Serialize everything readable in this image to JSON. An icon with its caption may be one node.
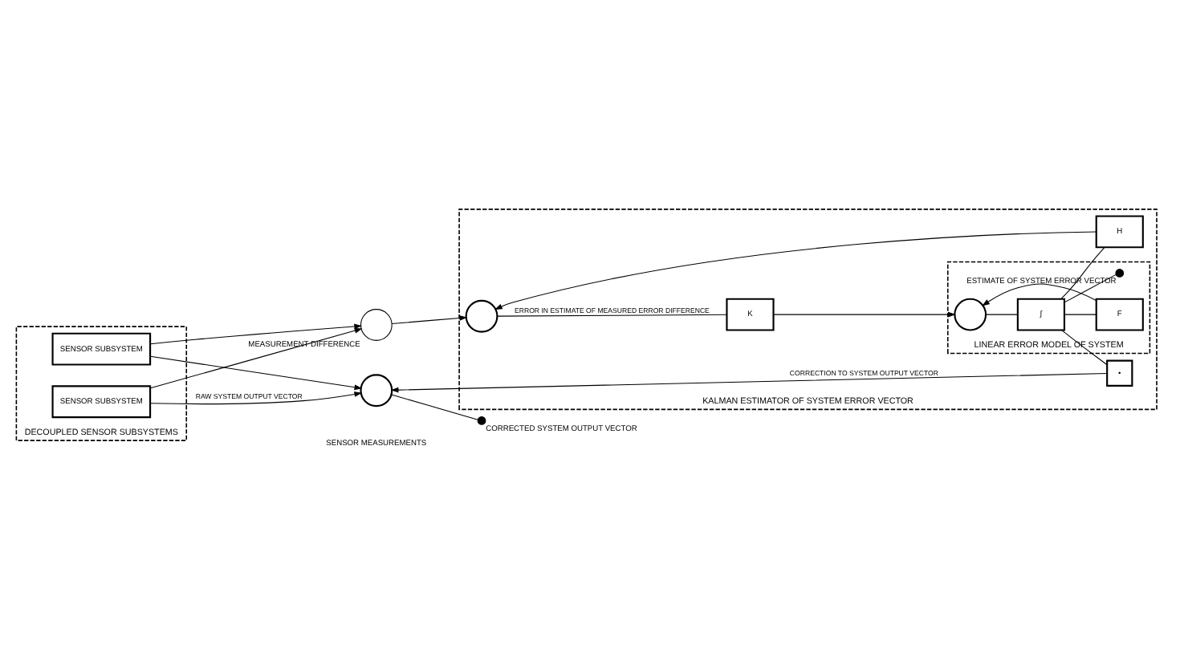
{
  "diagram": {
    "nodes": [
      {
        "text": [
          "DECOUPLED SENSOR SUBSYSTEMS"
        ]
      },
      {
        "text": [
          "SENSOR SUBSYSTEM"
        ],
        "in": 0
      },
      {
        "text": [
          "SENSOR SUBSYSTEM"
        ],
        "in": 0
      },
      {
        "text": [
          "MEASUREMENT DIFFERENCE"
        ]
      },
      {
        "text": [
          "KALMAN ESTIMATOR OF SYSTEM ERROR VECTOR"
        ]
      },
      {
        "text": [],
        "shape": "circle",
        "in": 4
      },
      {
        "text": [
          "K"
        ],
        "in": 4
      },
      {
        "text": [
          "LINEAR ERROR MODEL OF SYSTEM"
        ],
        "in": 4
      },
      {
        "text": [],
        "shape": "circle",
        "in": 7
      },
      {
        "text": [
          "∫"
        ],
        "in": 7
      },
      {
        "text": [
          "F"
        ],
        "in": 7
      },
      {
        "text": [
          "H"
        ],
        "in": 4
      },
      {
        "text": [],
        "shape": "circle",
        "in": 7,
        "beside": [
          "ESTIMATE OF SYSTEM ERROR VECTOR"
        ]
      },
      {
        "text": [
          "•"
        ],
        "in": 4
      },
      {
        "text": [],
        "shape": "circle"
      },
      {
        "text": [],
        "shape": "circle",
        "beside": [
          "CORRECTED SYSTEM OUTPUT VECTOR"
        ]
      }
    ],
    "edges": [
      {
        "from": 1,
        "to": 3,
        "arrow": "to"
      },
      {
        "from": 2,
        "to": 3,
        "arrow": "to"
      },
      {
        "from": 3,
        "to": 5,
        "arrow": "to"
      },
      {
        "from": 5,
        "to": 6,
        "arrow": "none",
        "label": "ERROR IN ESTIMATE OF MEASURED ERROR DIFFERENCE"
      },
      {
        "from": 6,
        "to": 8,
        "arrow": "to"
      },
      {
        "from": 8,
        "to": 9,
        "arrow": "none"
      },
      {
        "from": 9,
        "to": 12,
        "arrow": "none"
      },
      {
        "from": 9,
        "to": 11,
        "arrow": "none"
      },
      {
        "from": 11,
        "to": 5,
        "arrow": "to"
      },
      {
        "from": 9,
        "to": 10,
        "arrow": "none"
      },
      {
        "from": 10,
        "to": 8,
        "arrow": "to"
      },
      {
        "from": 9,
        "to": 13,
        "arrow": "none"
      },
      {
        "from": 13,
        "to": 14,
        "arrow": "to",
        "label": "CORRECTION TO SYSTEM OUTPUT VECTOR"
      },
      {
        "from": 1,
        "to": 14,
        "arrow": "to"
      },
      {
        "from": 2,
        "to": 14,
        "arrow": "to",
        "label": "RAW SYSTEM OUTPUT VECTOR"
      },
      {
        "from": 14,
        "to": 15,
        "arrow": "none"
      }
    ],
    "labels": [
      "SENSOR MEASUREMENTS"
    ]
  }
}
